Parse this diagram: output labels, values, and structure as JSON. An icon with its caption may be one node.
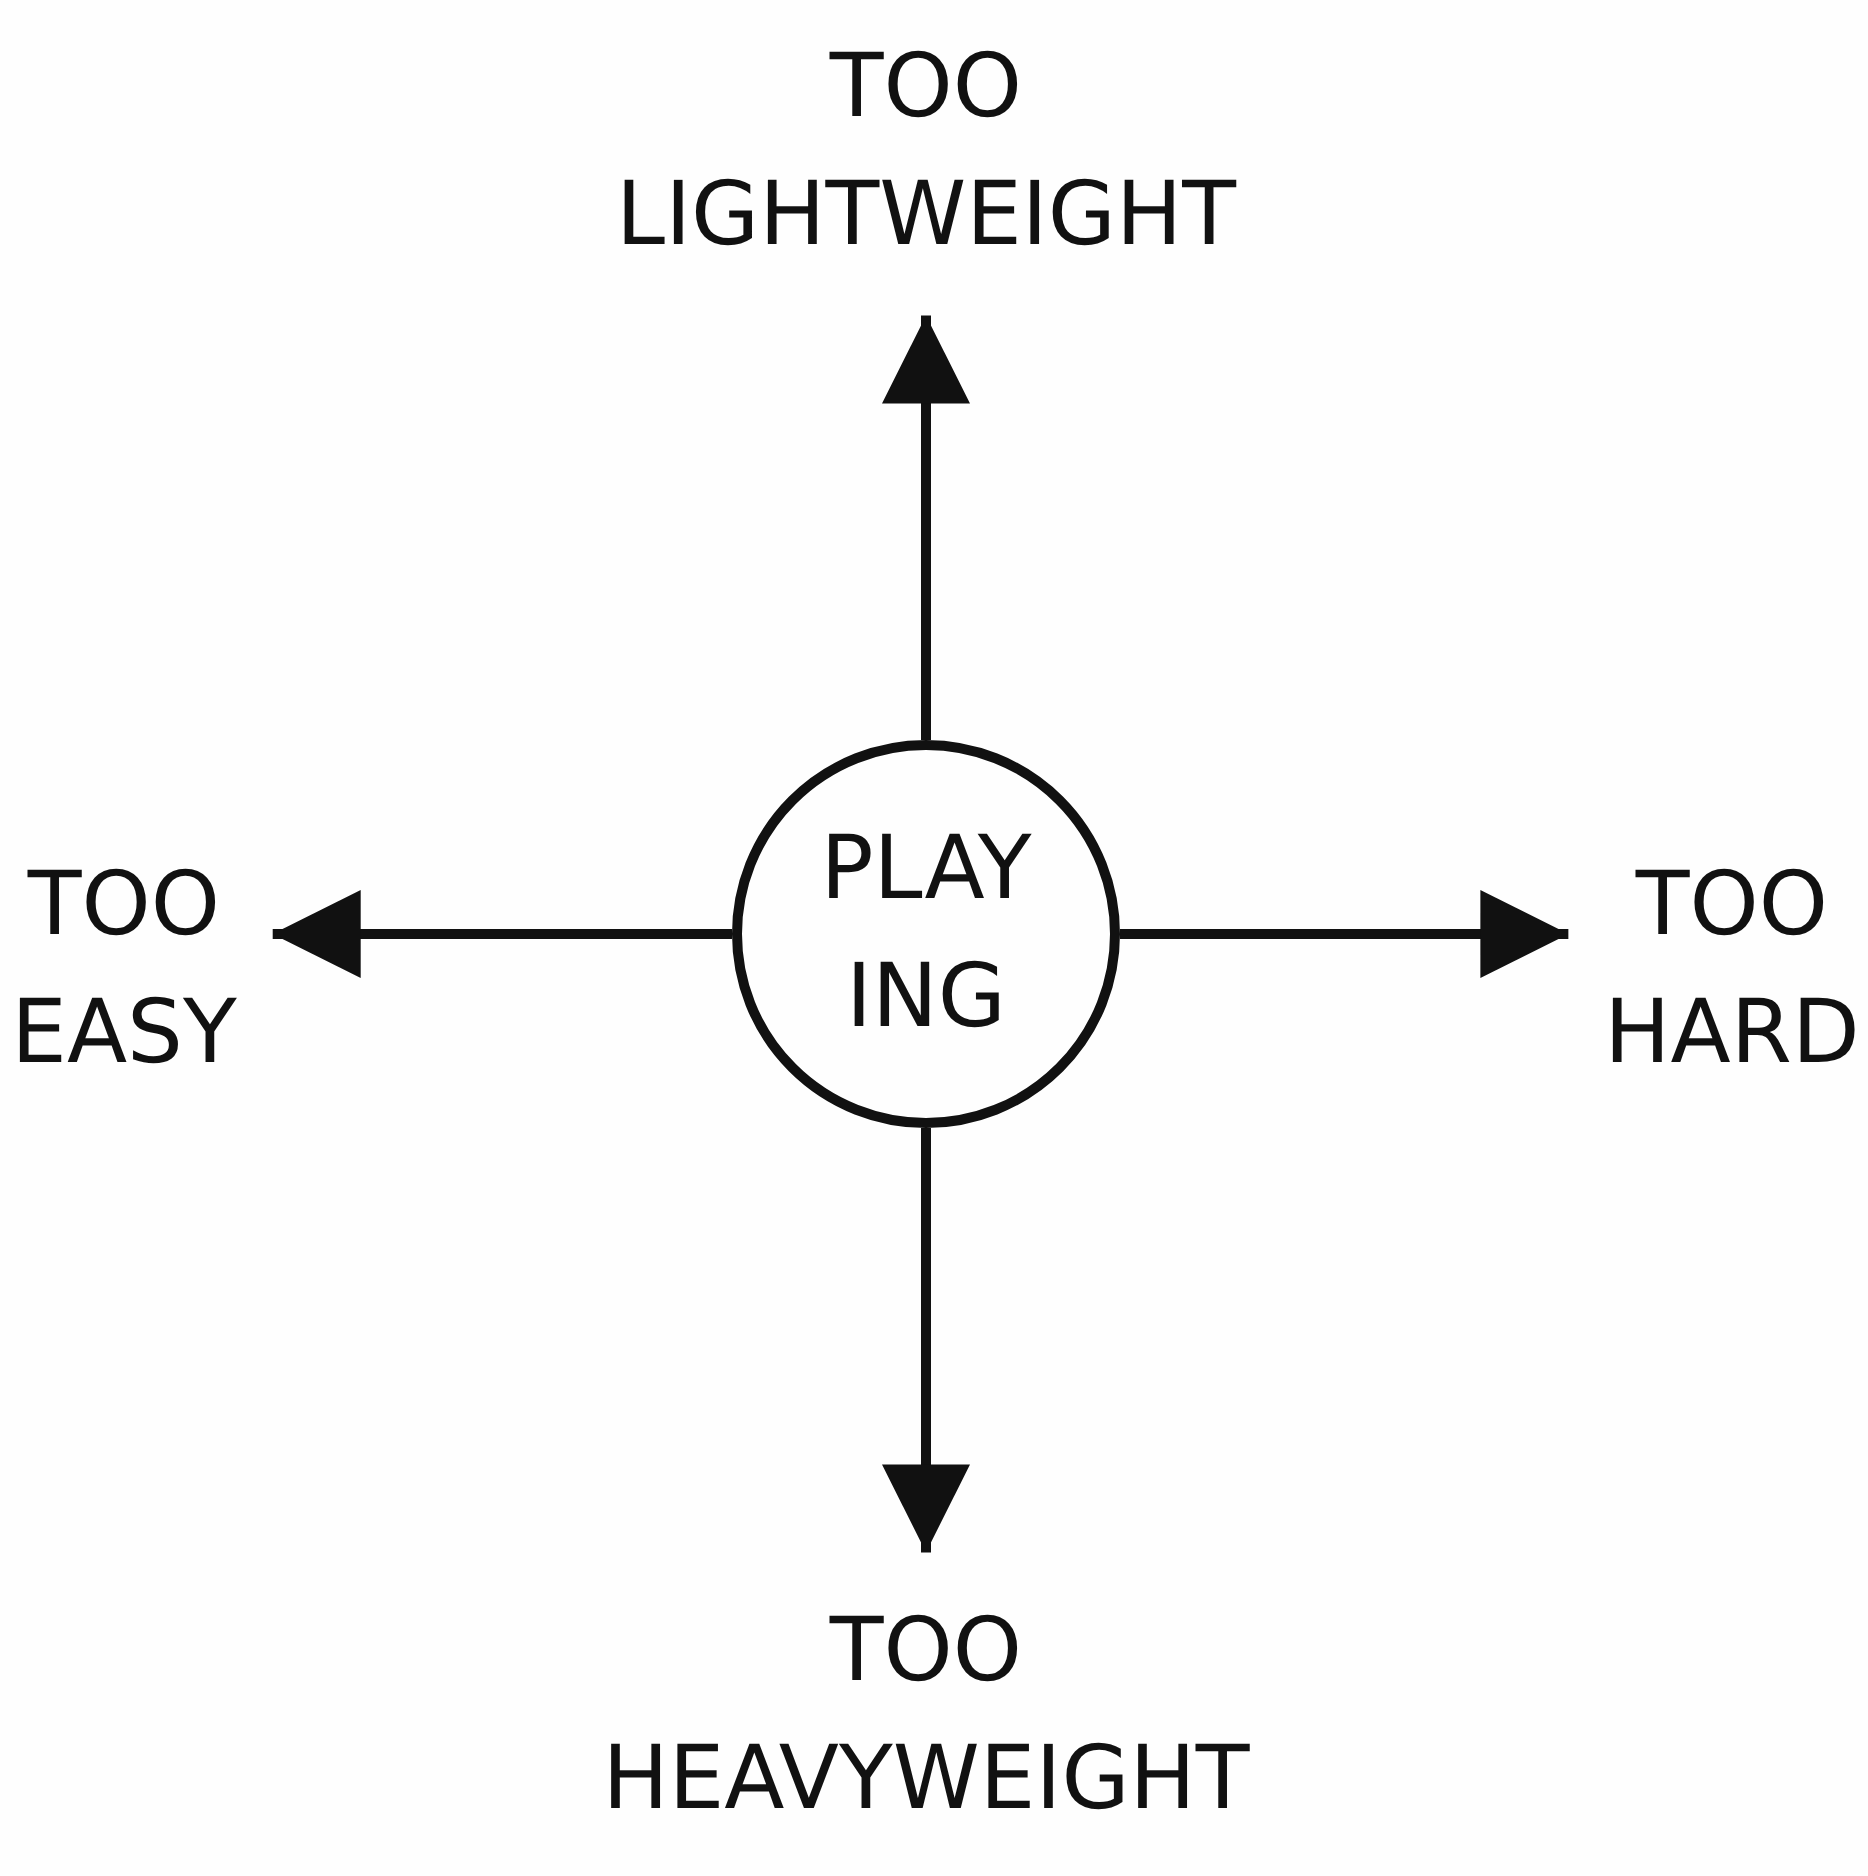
{
  "diagram": {
    "nodes": [
      {
        "text": [
          "TOO LIGHTWEIGHT"
        ]
      },
      {
        "text": [
          "TOO EASY"
        ]
      },
      {
        "text": [
          "PLAY ING"
        ]
      },
      {
        "text": [
          "TOO HARD"
        ]
      },
      {
        "text": [
          "TOO HEAVYWEIGHT"
        ]
      }
    ],
    "edges": [
      {
        "from": 2,
        "to": 0,
        "arrow": "to"
      },
      {
        "from": 2,
        "to": 1,
        "arrow": "to"
      },
      {
        "from": 2,
        "to": 3,
        "arrow": "to"
      },
      {
        "from": 2,
        "to": 4,
        "arrow": "to"
      }
    ]
  }
}
